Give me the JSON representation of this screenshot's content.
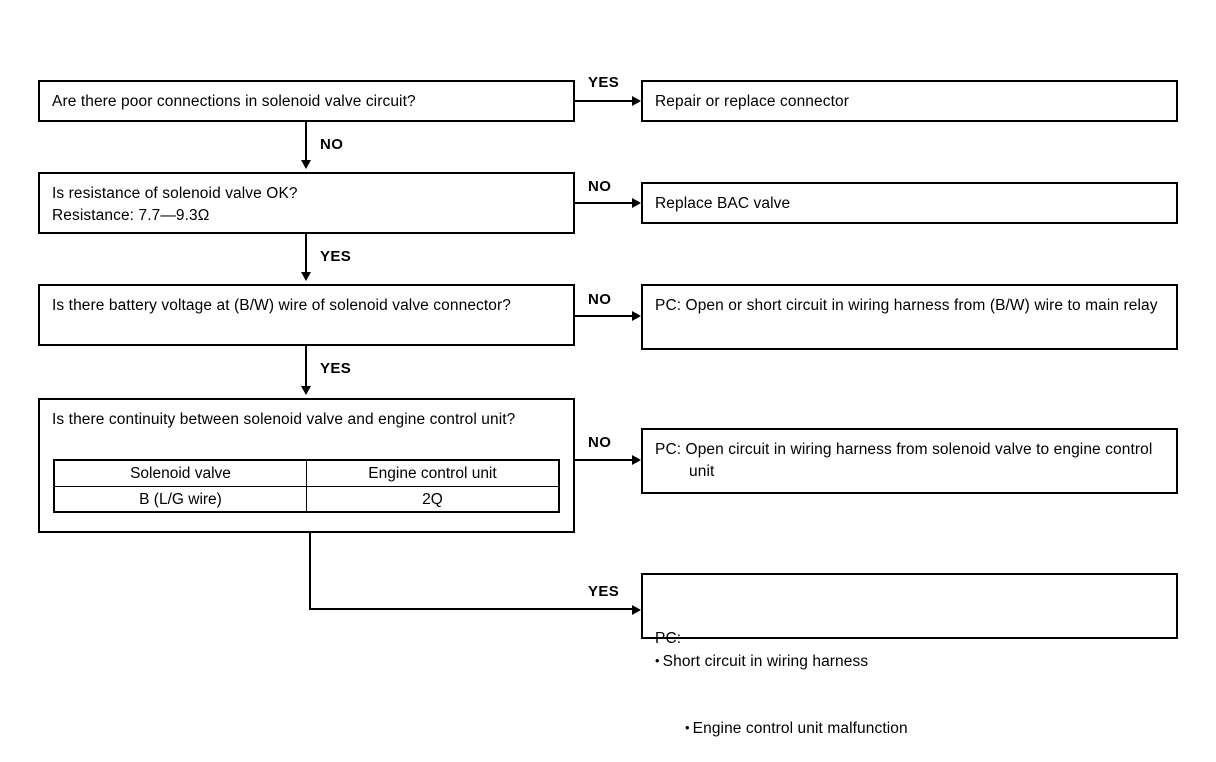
{
  "diagram": {
    "type": "troubleshooting-flowchart",
    "steps": [
      {
        "id": "step1",
        "question": "Are there poor connections in solenoid valve circuit?",
        "yes_label": "YES",
        "no_label": "NO",
        "yes_result": "Repair or replace connector",
        "no_target": "step2"
      },
      {
        "id": "step2",
        "question": "Is resistance of solenoid valve OK?\nResistance: 7.7—9.3Ω",
        "yes_label": "YES",
        "no_label": "NO",
        "no_result": "Replace BAC valve",
        "yes_target": "step3"
      },
      {
        "id": "step3",
        "question": "Is there battery voltage at (B/W) wire of solenoid valve connector?",
        "yes_label": "YES",
        "no_label": "NO",
        "no_result": "PC: Open or short circuit in wiring harness from (B/W) wire to main relay",
        "yes_target": "step4"
      },
      {
        "id": "step4",
        "question": "Is there continuity between solenoid valve and engine control unit?",
        "yes_label": "YES",
        "no_label": "NO",
        "no_result": "PC: Open circuit in wiring harness from solenoid valve to engine control unit",
        "table": {
          "headers": [
            "Solenoid valve",
            "Engine control unit"
          ],
          "rows": [
            [
              "B (L/G wire)",
              "2Q"
            ]
          ]
        },
        "yes_result_prefix": "PC:",
        "yes_result_items": [
          "Short circuit in wiring harness",
          "Engine control unit malfunction"
        ]
      }
    ],
    "bullet_glyph": "•"
  },
  "colors": {
    "line": "#000000",
    "background": "#ffffff",
    "text": "#000000"
  }
}
